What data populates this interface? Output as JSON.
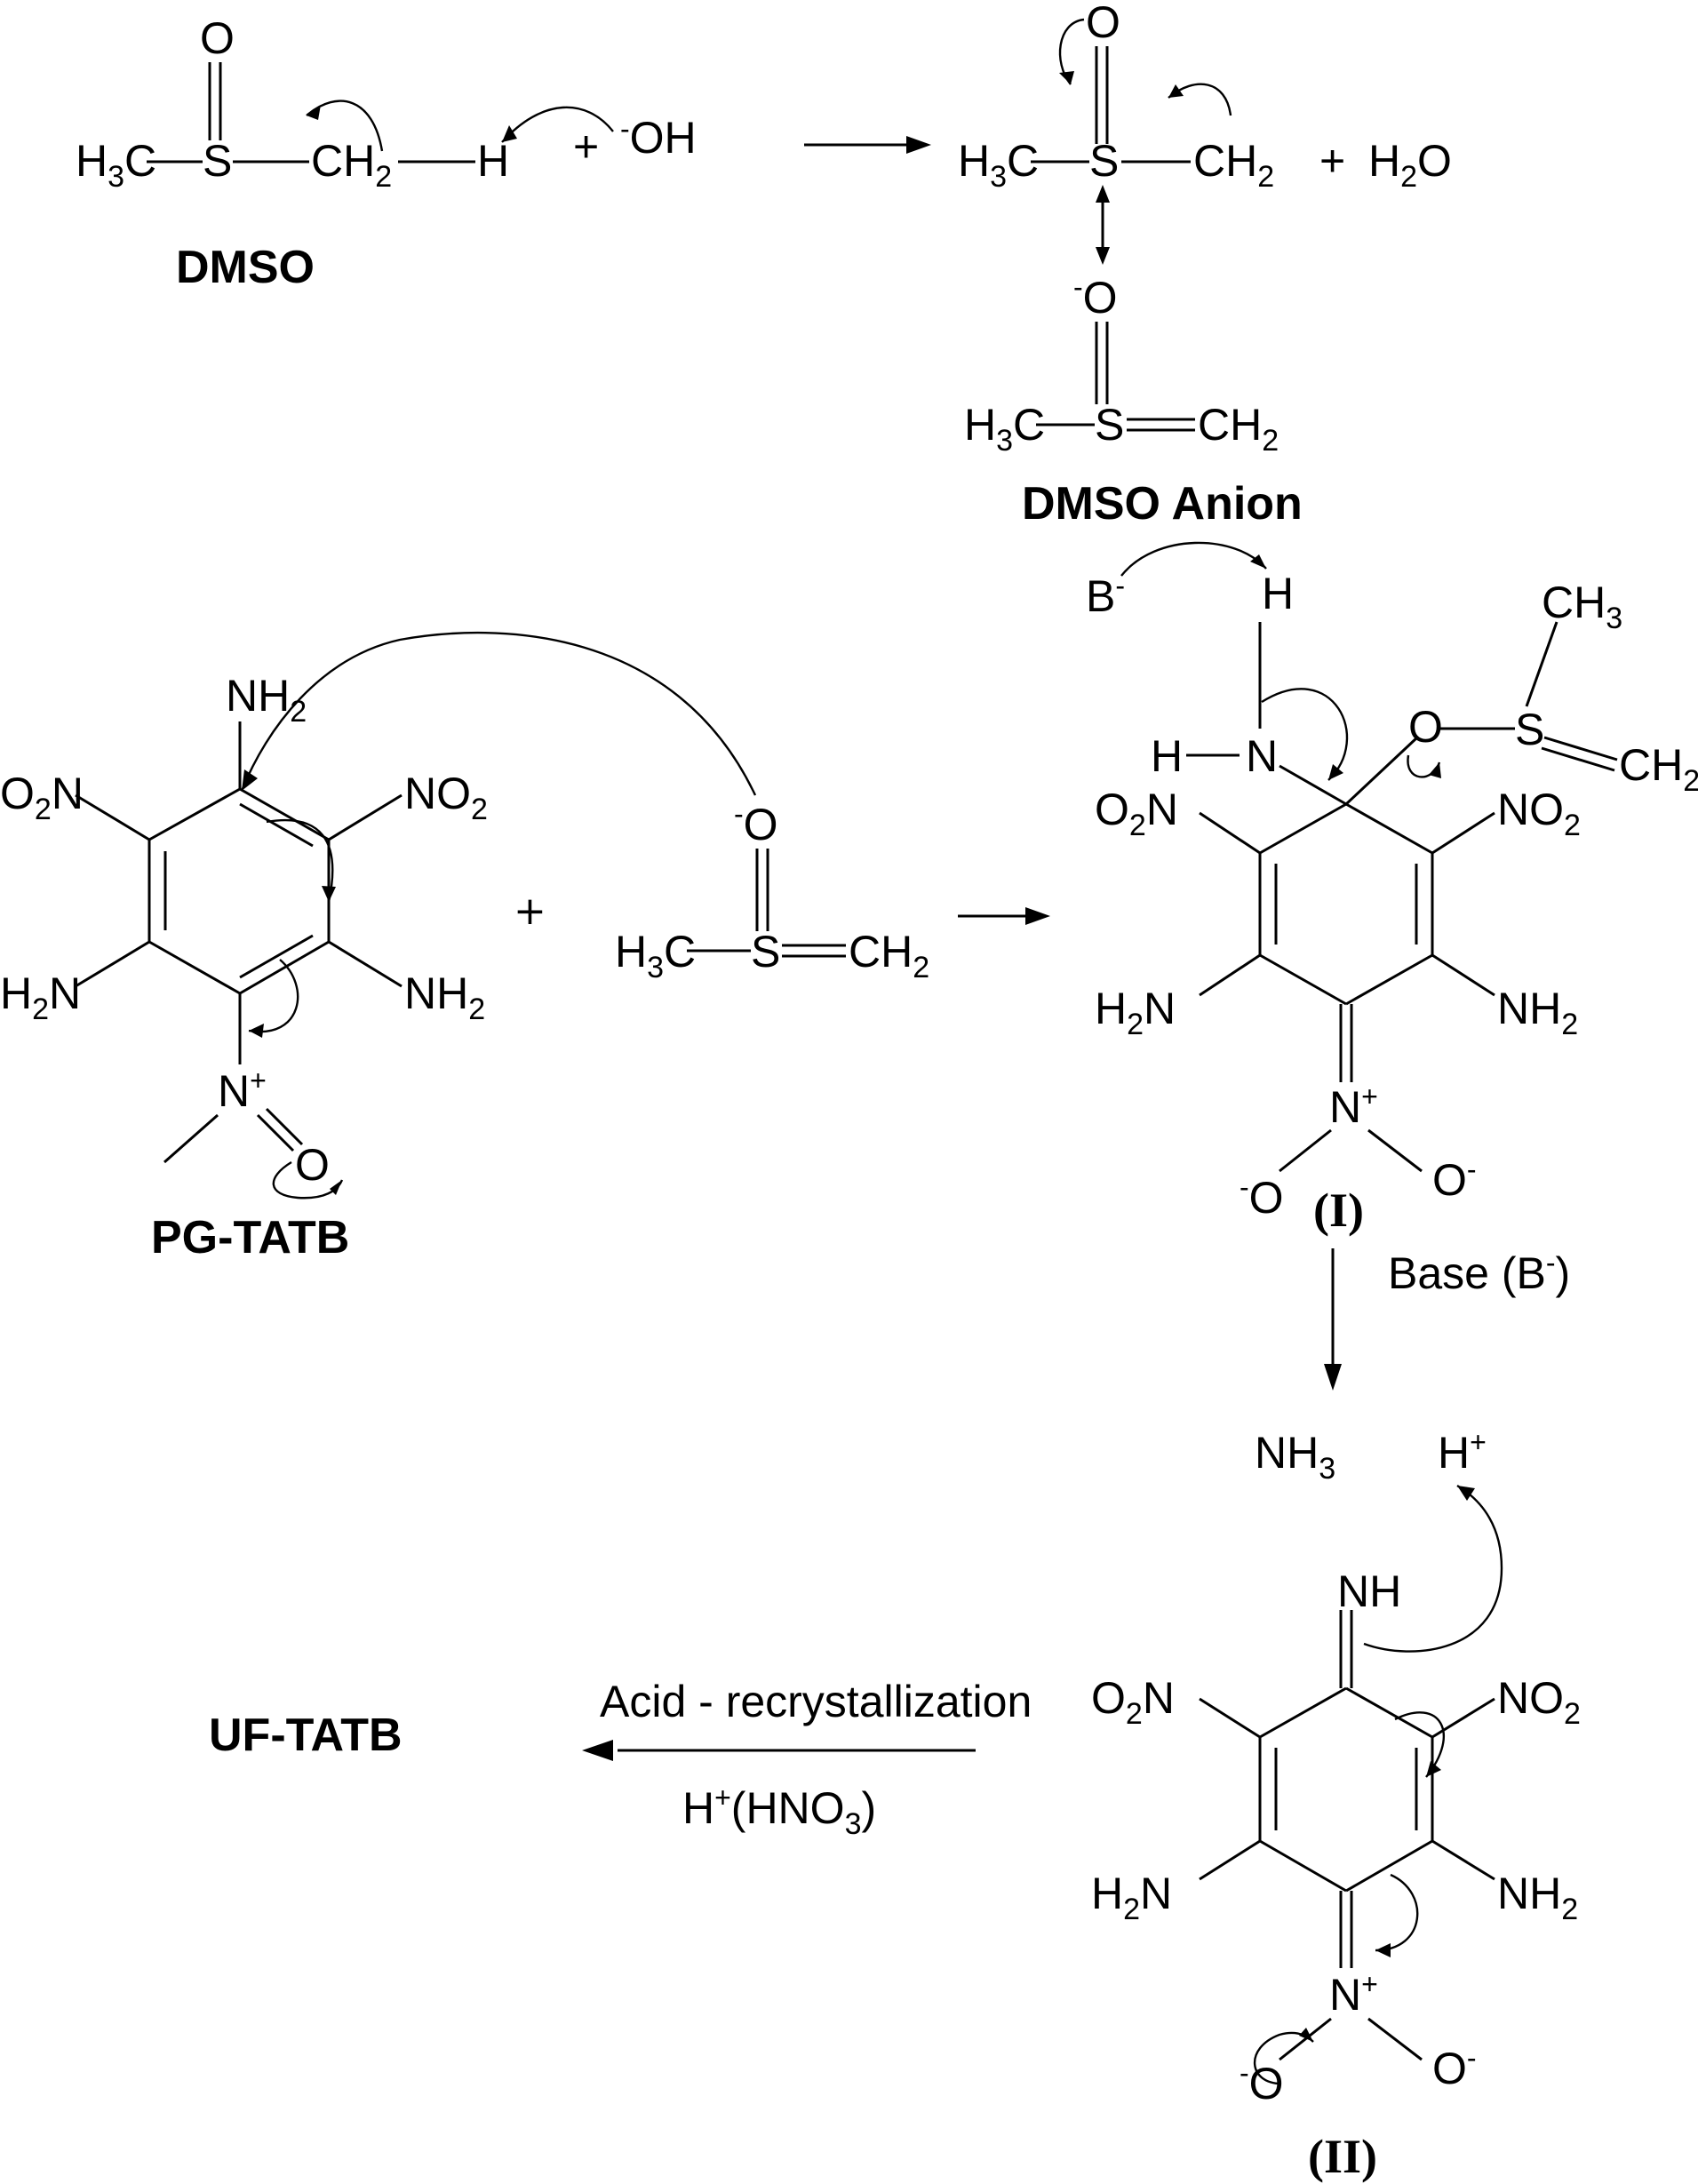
{
  "labels": {
    "dmso": "DMSO",
    "dmso_anion": "DMSO Anion",
    "pg_tatb": "PG-TATB",
    "uf_tatb": "UF-TATB",
    "intermediate_1": "(I)",
    "intermediate_2": "(II)"
  },
  "conditions": {
    "base": "Base (B",
    "base_sup": "-",
    "base_close": ")",
    "acid_step": "Acid - recrystallization",
    "acid_reagent_h": "H",
    "acid_reagent_sup": "+",
    "acid_reagent_hno": "(HNO",
    "acid_reagent_sub": "3",
    "acid_reagent_close": ")"
  },
  "species": {
    "hydroxide_sup": "-",
    "hydroxide": "OH",
    "water": "H",
    "water_sub": "2",
    "water_o": "O",
    "base_b": "B",
    "base_b_sup": "-",
    "ammonia": "NH",
    "ammonia_sub": "3",
    "proton": "H",
    "proton_sup": "+",
    "plus": "+"
  },
  "atoms": {
    "o": "O",
    "s": "S",
    "h": "H",
    "n": "N",
    "nh": "NH",
    "h3c": "H",
    "h3c_sub": "3",
    "h3c_c": "C",
    "ch2": "CH",
    "ch2_sub": "2",
    "ch3": "CH",
    "ch3_sub": "3",
    "nh2": "NH",
    "nh2_sub": "2",
    "h2n": "H",
    "h2n_sub": "2",
    "h2n_n": "N",
    "no2": "NO",
    "no2_sub": "2",
    "o2n": "O",
    "o2n_sub": "2",
    "o2n_n": "N",
    "minus": "-",
    "plus_charge": "+"
  }
}
